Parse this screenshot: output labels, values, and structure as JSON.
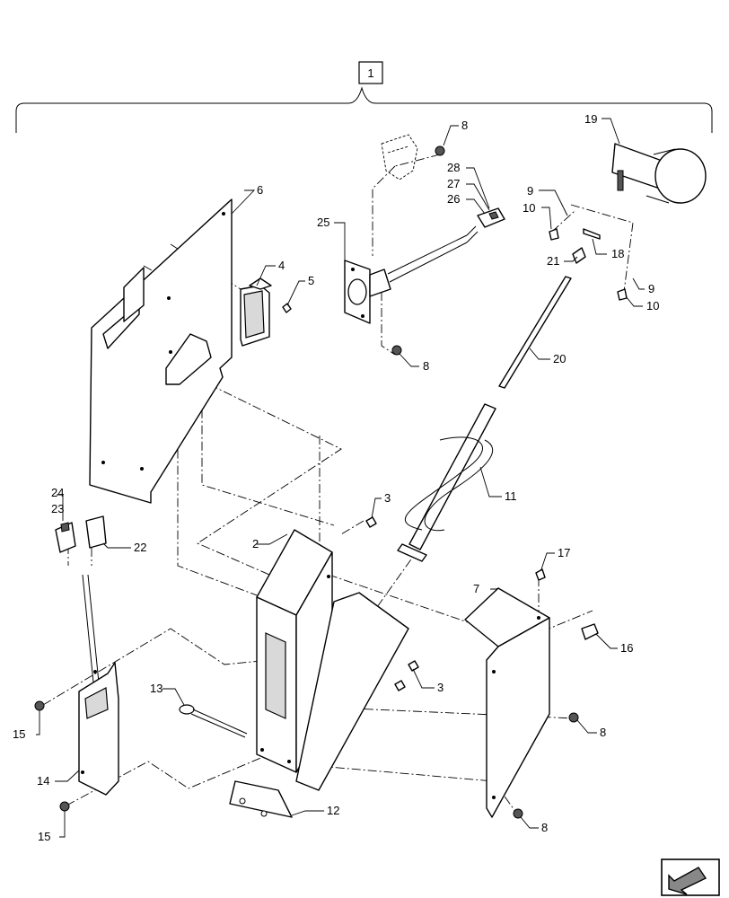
{
  "assembly_callout": "1",
  "callouts": [
    {
      "id": "c6",
      "text": "6"
    },
    {
      "id": "c4",
      "text": "4"
    },
    {
      "id": "c5",
      "text": "5"
    },
    {
      "id": "c25",
      "text": "25"
    },
    {
      "id": "c8a",
      "text": "8"
    },
    {
      "id": "c28",
      "text": "28"
    },
    {
      "id": "c27",
      "text": "27"
    },
    {
      "id": "c26",
      "text": "26"
    },
    {
      "id": "c8b",
      "text": "8"
    },
    {
      "id": "c19",
      "text": "19"
    },
    {
      "id": "c9a",
      "text": "9"
    },
    {
      "id": "c10a",
      "text": "10"
    },
    {
      "id": "c21",
      "text": "21"
    },
    {
      "id": "c18",
      "text": "18"
    },
    {
      "id": "c9b",
      "text": "9"
    },
    {
      "id": "c10b",
      "text": "10"
    },
    {
      "id": "c20",
      "text": "20"
    },
    {
      "id": "c11",
      "text": "11"
    },
    {
      "id": "c24",
      "text": "24"
    },
    {
      "id": "c23",
      "text": "23"
    },
    {
      "id": "c22",
      "text": "22"
    },
    {
      "id": "c3a",
      "text": "3"
    },
    {
      "id": "c2",
      "text": "2"
    },
    {
      "id": "c17",
      "text": "17"
    },
    {
      "id": "c7",
      "text": "7"
    },
    {
      "id": "c16",
      "text": "16"
    },
    {
      "id": "c3b",
      "text": "3"
    },
    {
      "id": "c13",
      "text": "13"
    },
    {
      "id": "c15a",
      "text": "15"
    },
    {
      "id": "c14",
      "text": "14"
    },
    {
      "id": "c8c",
      "text": "8"
    },
    {
      "id": "c12",
      "text": "12"
    },
    {
      "id": "c15b",
      "text": "15"
    },
    {
      "id": "c8d",
      "text": "8"
    }
  ],
  "nav_icon": "arrow-navigation-icon"
}
